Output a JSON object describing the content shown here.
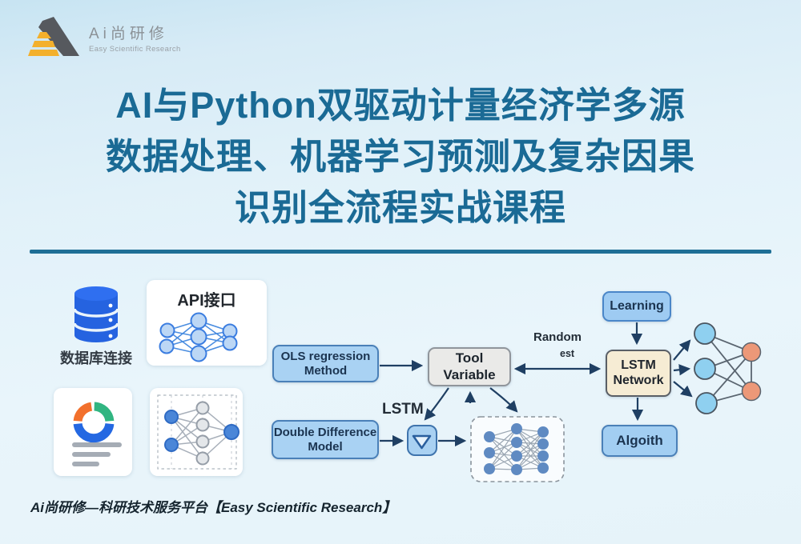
{
  "brand": {
    "name": "Ai尚研修",
    "subtitle": "Easy Scientific Research"
  },
  "title": {
    "line1": "AI与Python双驱动计量经济学多源",
    "line2": "数据处理、机器学习预测及复杂因果",
    "line3": "识别全流程实战课程"
  },
  "left_panel": {
    "database_label": "数据库连接",
    "api_label": "API接口"
  },
  "flowchart": {
    "ols": {
      "line1": "OLS regression",
      "line2": "Method"
    },
    "tool": {
      "line1": "Tool",
      "line2": "Variable"
    },
    "dd": {
      "line1": "Double Difference",
      "line2": "Model"
    },
    "lstm_label": "LSTM",
    "random_label": "Random",
    "forest_label": "est",
    "learning_label": "Learning",
    "lstm_network": {
      "line1": "LSTM",
      "line2": "Network"
    },
    "algorithm_label": "Algoith"
  },
  "footer": {
    "text": "Ai尚研修—科研技术服务平台【Easy Scientific Research】"
  },
  "icons": [
    "logo-mountain-icon",
    "database-icon",
    "api-neural-network-icon",
    "donut-chart-icon",
    "report-lines-icon",
    "grid-neural-network-icon",
    "funnel-icon",
    "dashed-neural-network-icon",
    "output-neural-network-icon"
  ],
  "colors": {
    "title": "#1a6a95",
    "rule": "#1e6f96",
    "box_blue_fill": "#a9d2f3",
    "box_blue_border": "#4a80b8",
    "tool_box_fill": "#eaeae8",
    "lstm_box_fill": "#f6ecd4",
    "arrow": "#1f3f63",
    "database_blue": "#2563e0",
    "donut_orange": "#f2702c",
    "donut_green": "#31b581",
    "donut_blue": "#2468e2",
    "node_blue": "#8fd0f0",
    "node_salmon": "#ec9878",
    "background_top": "#c7e4f2",
    "background_bottom": "#e9f5fb"
  }
}
